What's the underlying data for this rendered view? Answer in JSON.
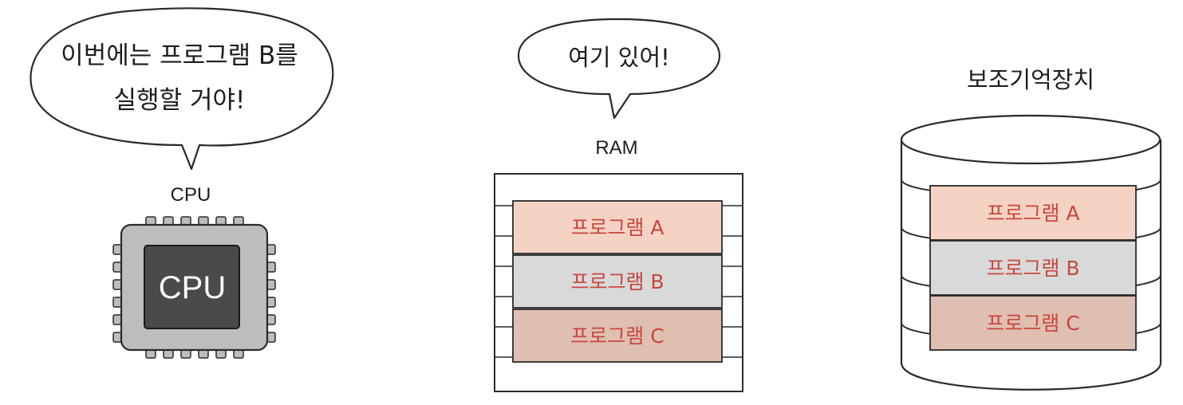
{
  "cpu": {
    "speech_line1": "이번에는 프로그램 B를",
    "speech_line2": "실행할 거야!",
    "label": "CPU",
    "chip_text": "CPU"
  },
  "ram": {
    "speech": "여기 있어!",
    "label": "RAM",
    "programs": [
      "프로그램 A",
      "프로그램 B",
      "프로그램 C"
    ]
  },
  "storage": {
    "label": "보조기억장치",
    "programs": [
      "프로그램 A",
      "프로그램 B",
      "프로그램 C"
    ]
  },
  "colors": {
    "program_a": "#f5d3c4",
    "program_b": "#d9d9d9",
    "program_c": "#dfbfb1",
    "program_text": "#c9473d",
    "chip_body": "#bdbdbd",
    "chip_die": "#4a4a4a",
    "outline": "#2a2a2a"
  }
}
